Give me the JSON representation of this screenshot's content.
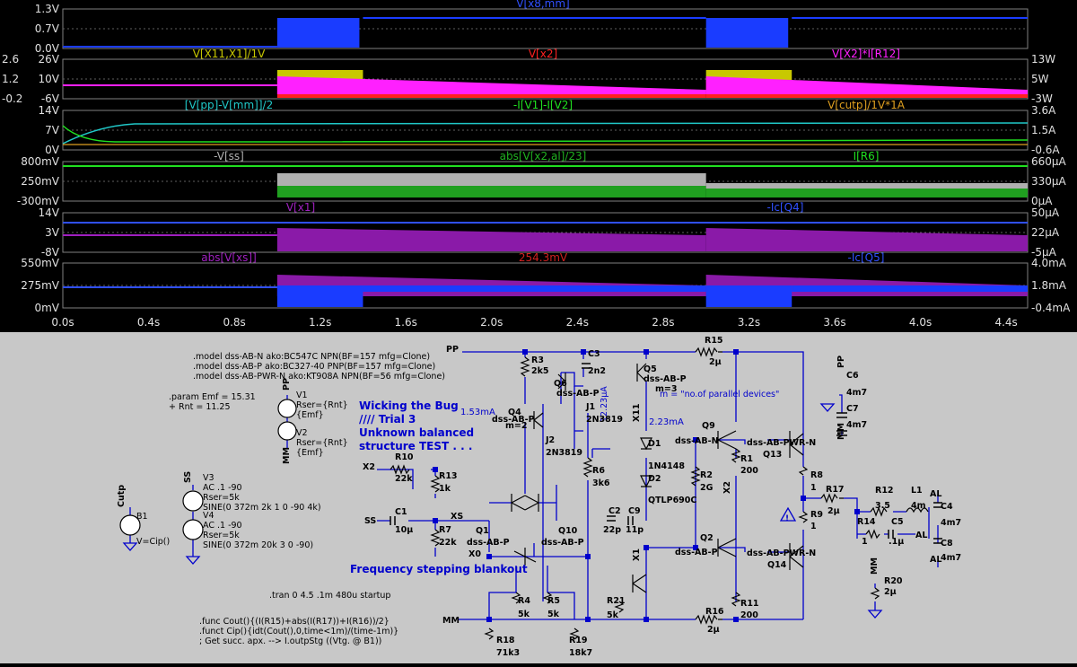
{
  "waveform": {
    "panes": [
      {
        "left_ticks": [
          "1.3V",
          "0.7V",
          "0.0V"
        ],
        "right_ticks": [],
        "traces": [
          {
            "label": "V[x8,mm]",
            "color": "#3050ff"
          }
        ]
      },
      {
        "left_ticks": [
          "26V",
          "10V",
          "-6V"
        ],
        "left2_ticks": [
          "2.6",
          "1.2",
          "-0.2"
        ],
        "right_ticks": [
          "13W",
          "5W",
          "-3W"
        ],
        "traces": [
          {
            "label": "V[X11,X1]/1V",
            "color": "#c8c800"
          },
          {
            "label": "V[x2]",
            "color": "#ff2020"
          },
          {
            "label": "V[X2]*I[R12]",
            "color": "#ff20ff"
          }
        ]
      },
      {
        "left_ticks": [
          "14V",
          "7V",
          "0V"
        ],
        "right_ticks": [
          "3.6A",
          "1.5A",
          "-0.6A"
        ],
        "traces": [
          {
            "label": "[V[pp]-V[mm]]/2",
            "color": "#20c8c8"
          },
          {
            "label": "-I[V1]-I[V2]",
            "color": "#20e020"
          },
          {
            "label": "V[cutp]/1V*1A",
            "color": "#e0a020"
          }
        ]
      },
      {
        "left_ticks": [
          "800mV",
          "250mV",
          "-300mV"
        ],
        "right_ticks": [
          "660µA",
          "330µA",
          "0µA"
        ],
        "traces": [
          {
            "label": "-V[ss]",
            "color": "#b0b0b0"
          },
          {
            "label": "abs[V[x2,al]/23]",
            "color": "#20b020"
          },
          {
            "label": "I[R6]",
            "color": "#20e020"
          }
        ]
      },
      {
        "left_ticks": [
          "14V",
          "3V",
          "-8V"
        ],
        "right_ticks": [
          "50µA",
          "22µA",
          "-5µA"
        ],
        "traces": [
          {
            "label": "V[x1]",
            "color": "#a020c0"
          },
          {
            "label": "-Ic[Q4]",
            "color": "#3050ff"
          }
        ]
      },
      {
        "left_ticks": [
          "550mV",
          "275mV",
          "0mV"
        ],
        "right_ticks": [
          "4.0mA",
          "1.8mA",
          "-0.4mA"
        ],
        "traces": [
          {
            "label": "abs[V[xs]]",
            "color": "#a020c0"
          },
          {
            "label": "254.3mV",
            "color": "#d02020"
          },
          {
            "label": "-Ic[Q5]",
            "color": "#3050ff"
          }
        ]
      }
    ],
    "x_ticks": [
      "0.0s",
      "0.4s",
      "0.8s",
      "1.2s",
      "1.6s",
      "2.0s",
      "2.4s",
      "2.8s",
      "3.2s",
      "3.6s",
      "4.0s",
      "4.4s"
    ]
  },
  "schematic": {
    "models": [
      ".model dss-AB-N ako:BC547C NPN(BF=157 mfg=Clone)",
      ".model dss-AB-P ako:BC327-40 PNP(BF=157 mfg=Clone)",
      ".model dss-AB-PWR-N ako:KT908A NPN(BF=56 mfg=Clone)"
    ],
    "params": [
      ".param Emf = 15.31",
      "+ Rnt = 11.25"
    ],
    "title": [
      "Wicking the Bug",
      "//// Trial 3",
      "Unknown balanced",
      "structure TEST . . ."
    ],
    "blankout": "Frequency stepping blankout",
    "tran": ".tran 0 4.5 .1m 480u startup",
    "funcs": [
      ".func Cout(){(I(R15)+abs(I(R17))+I(R16))/2}",
      ".funct Cip(){idt(Cout(),0,time<1m)/(time-1m)}",
      "; Get succ. apx. --> I.outpStg ((Vtg. @ B1))"
    ],
    "parallel_note": "m = \"no.of parallel devices\"",
    "currents": [
      "1.53mA",
      "2.23mA",
      "12.23µA"
    ],
    "v1": [
      "V1",
      "Rser={Rnt}",
      "{Emf}"
    ],
    "v2": [
      "V2",
      "Rser={Rnt}",
      "{Emf}"
    ],
    "v3": [
      "V3",
      "AC .1 -90",
      "Rser=5k",
      "SINE(0 372m 2k 1 0 -90 4k)"
    ],
    "v4": [
      "V4",
      "AC .1 -90",
      "Rser=5k",
      "SINE(0 372m 20k 3 0 -90)"
    ],
    "b1": [
      "B1",
      "V=Cip()"
    ],
    "nets": [
      "PP",
      "MM",
      "X2",
      "SS",
      "XS",
      "X0",
      "X11",
      "X1",
      "AL",
      "Cutp",
      "SS",
      "MM",
      "PP",
      "AL",
      "AL"
    ],
    "parts": [
      [
        "R15",
        "2µ"
      ],
      [
        "R3",
        "2k5"
      ],
      [
        "C3",
        "2n2"
      ],
      [
        "Q5",
        "dss-AB-P"
      ],
      [
        "Q6",
        "dss-AB-P"
      ],
      [
        "J1",
        "2N3819"
      ],
      [
        "J2",
        "2N3819"
      ],
      [
        "Q4",
        "dss-AB-P"
      ],
      [
        "R10",
        "22k"
      ],
      [
        "R13",
        "1k"
      ],
      [
        "R6",
        "3k6"
      ],
      [
        "D1",
        "1N4148"
      ],
      [
        "D2",
        "QTLP690C"
      ],
      [
        "R2",
        "2G"
      ],
      [
        "Q9",
        "dss-AB-N"
      ],
      [
        "R1",
        "200"
      ],
      [
        "Q13",
        "dss-AB-PWR-N"
      ],
      [
        "R8",
        "1"
      ],
      [
        "R17",
        "2µ"
      ],
      [
        "R12",
        "3.5"
      ],
      [
        "L1",
        "4m"
      ],
      [
        "C4",
        "4m7"
      ],
      [
        "C6",
        "4m7"
      ],
      [
        "C7",
        "4m7"
      ],
      [
        "R9",
        "1"
      ],
      [
        "R14",
        "1"
      ],
      [
        "C5",
        ".1µ"
      ],
      [
        "C8",
        "4m7"
      ],
      [
        "R20",
        "2µ"
      ],
      [
        "C1",
        "10µ"
      ],
      [
        "R7",
        "22k"
      ],
      [
        "Q1",
        "dss-AB-P"
      ],
      [
        "Q10",
        "dss-AB-P"
      ],
      [
        "C2",
        "22p"
      ],
      [
        "C9",
        "11p"
      ],
      [
        "Q2",
        "dss-AB-P"
      ],
      [
        "Q14",
        "dss-AB-PWR-N"
      ],
      [
        "R11",
        "200"
      ],
      [
        "R16",
        "2µ"
      ],
      [
        "R4",
        "5k"
      ],
      [
        "R5",
        "5k"
      ],
      [
        "R21",
        "5k"
      ],
      [
        "R18",
        "71k3"
      ],
      [
        "R19",
        "18k7"
      ]
    ],
    "misc": [
      "m=2",
      "m=3",
      "!"
    ]
  }
}
